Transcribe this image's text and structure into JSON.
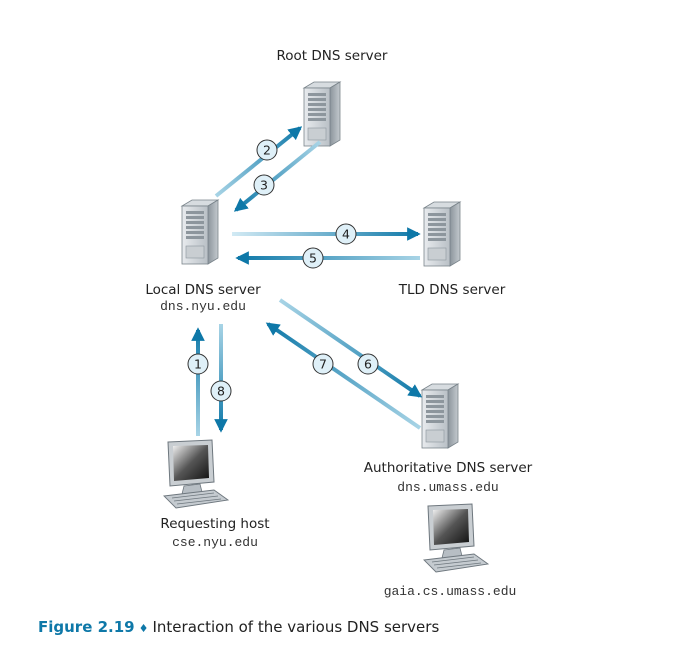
{
  "nodes": {
    "root": {
      "label": "Root DNS server"
    },
    "local": {
      "label": "Local DNS server",
      "hostname": "dns.nyu.edu"
    },
    "tld": {
      "label": "TLD DNS server"
    },
    "authoritative": {
      "label": "Authoritative DNS server",
      "hostname": "dns.umass.edu"
    },
    "requesting": {
      "label": "Requesting host",
      "hostname": "cse.nyu.edu"
    },
    "target": {
      "hostname": "gaia.cs.umass.edu"
    }
  },
  "steps": [
    {
      "n": "1",
      "from": "requesting",
      "to": "local"
    },
    {
      "n": "2",
      "from": "local",
      "to": "root"
    },
    {
      "n": "3",
      "from": "root",
      "to": "local"
    },
    {
      "n": "4",
      "from": "local",
      "to": "tld"
    },
    {
      "n": "5",
      "from": "tld",
      "to": "local"
    },
    {
      "n": "6",
      "from": "local",
      "to": "authoritative"
    },
    {
      "n": "7",
      "from": "authoritative",
      "to": "local"
    },
    {
      "n": "8",
      "from": "local",
      "to": "requesting"
    }
  ],
  "colors": {
    "arrow": "#0e78a8",
    "arrow_light": "#a8d4e6",
    "badge_fill": "#dff0f8",
    "caption_accent": "#0e78a8"
  },
  "caption": {
    "figure": "Figure 2.19",
    "separator": "♦",
    "text": "Interaction of the various DNS servers"
  }
}
